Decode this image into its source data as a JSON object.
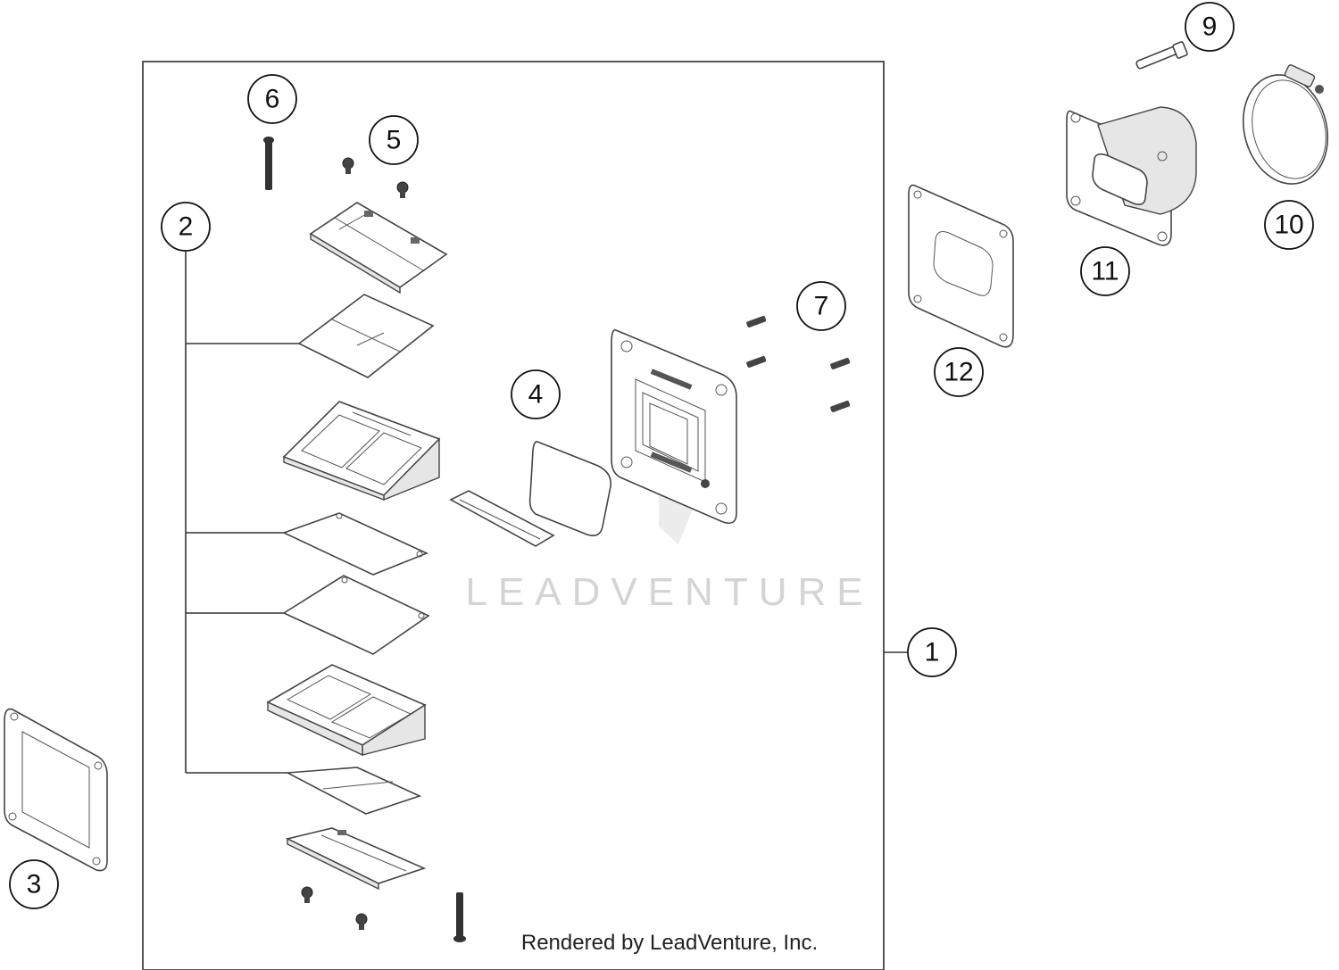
{
  "callouts": [
    "1",
    "2",
    "3",
    "4",
    "5",
    "6",
    "7",
    "9",
    "10",
    "11",
    "12"
  ],
  "watermark": "LEADVENTURE",
  "credit": "Rendered by LeadVenture, Inc."
}
